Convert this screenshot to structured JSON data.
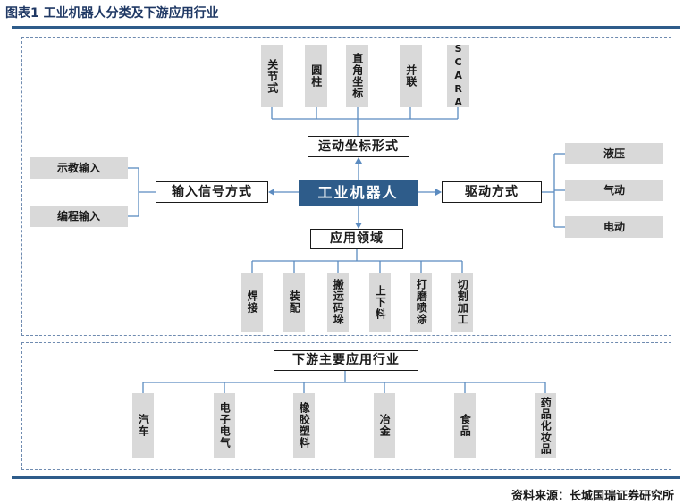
{
  "header": {
    "title": "图表1  工业机器人分类及下游应用行业"
  },
  "diagram": {
    "center": "工业机器人",
    "coordinate": {
      "label": "运动坐标形式",
      "items": [
        "关节式",
        "圆柱",
        "直角坐标",
        "并联",
        "SCARA"
      ]
    },
    "input": {
      "label": "输入信号方式",
      "items": [
        "示教输入",
        "编程输入"
      ]
    },
    "drive": {
      "label": "驱动方式",
      "items": [
        "液压",
        "气动",
        "电动"
      ]
    },
    "application": {
      "label": "应用领域",
      "items": [
        "焊接",
        "装配",
        "搬运码垛",
        "上下料",
        "打磨喷涂",
        "切割加工"
      ]
    },
    "downstream": {
      "label": "下游主要应用行业",
      "items": [
        "汽车",
        "电子电气",
        "橡胶塑料",
        "冶金",
        "食品",
        "药品化妆品"
      ]
    }
  },
  "footer": {
    "source": "资料来源：长城国瑞证券研究所"
  }
}
